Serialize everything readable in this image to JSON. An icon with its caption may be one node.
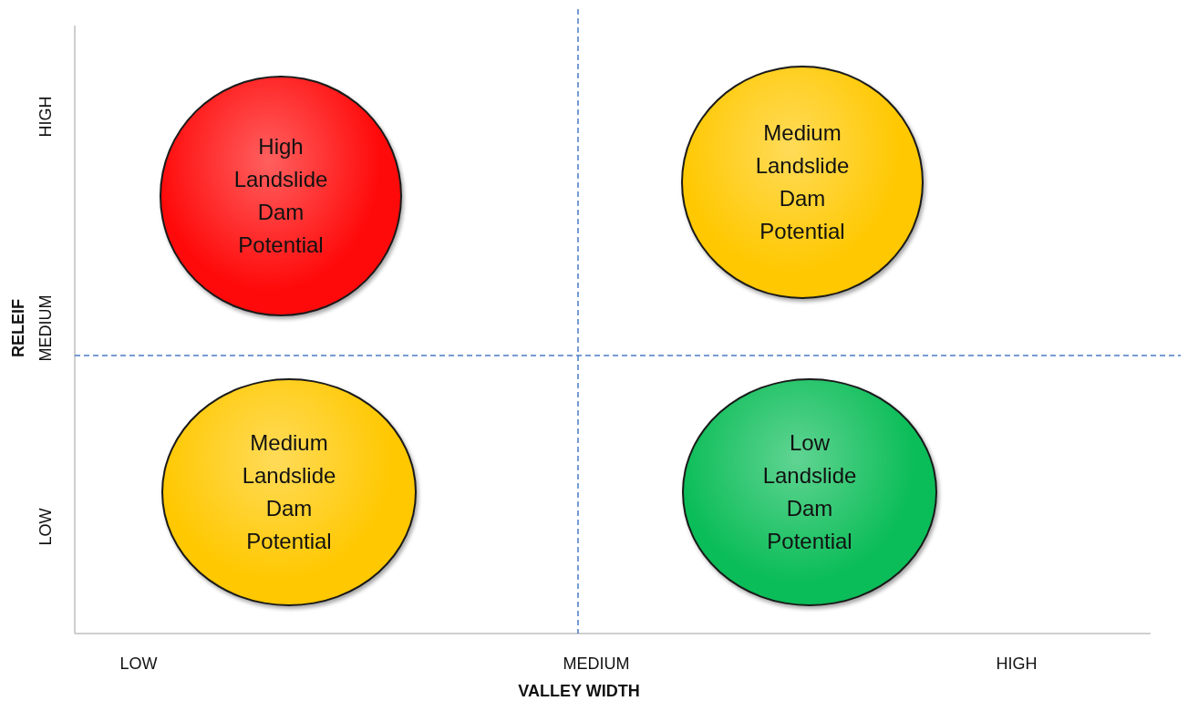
{
  "diagram": {
    "nodes": [
      {
        "text": [
          "High Landslide Dam Potential"
        ]
      },
      {
        "text": [
          "Medium Landslide Dam Potential"
        ]
      },
      {
        "text": [
          "Medium Landslide Dam Potential"
        ]
      },
      {
        "text": [
          "Low Landslide Dam Potential"
        ]
      }
    ],
    "edges": [],
    "labels": [
      "HIGH",
      "RELEIF",
      "MEDIUM",
      "LOW",
      "LOW",
      "MEDIUM",
      "HIGH",
      "VALLEY WIDTH"
    ]
  }
}
